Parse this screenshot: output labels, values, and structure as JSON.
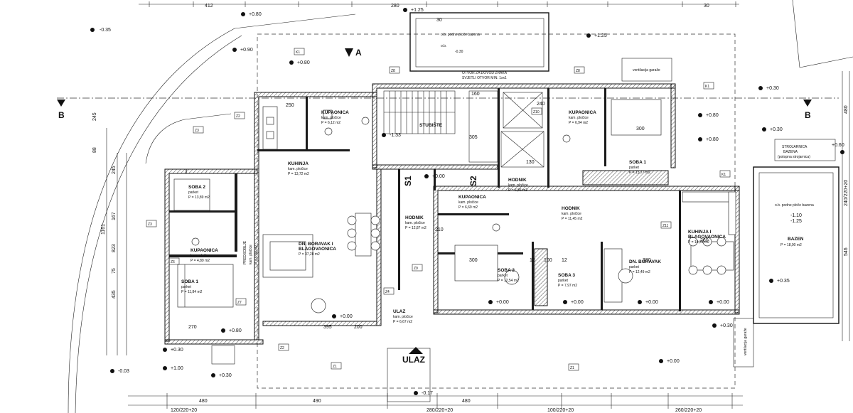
{
  "title": "",
  "top_dimensions": [
    "412",
    "280",
    "30"
  ],
  "bottom_dimensions": [
    "480",
    "490",
    "480",
    "280/220+20",
    "120/220+20",
    "100/220+20",
    "260/220+20"
  ],
  "left_dimensions": [
    "1161",
    "823",
    "435",
    "75",
    "167",
    "245",
    "88",
    "245"
  ],
  "right_dimensions": [
    "546",
    "240/220+20",
    "480"
  ],
  "elevations": [
    "-0.35",
    "+0.80",
    "+0.90",
    "+1.25",
    "+1.25",
    "+0.80",
    "+0.30",
    "+0.80",
    "+0.60",
    "+0.80",
    "+0.30",
    "+0.00",
    "+0.00",
    "+0.00",
    "+0.00",
    "+0.00",
    "+0.00",
    "+0.30",
    "+0.35",
    "+1.00",
    "-0.03",
    "+0.30",
    "-0.17",
    "+0.80",
    "+0.30",
    "-1.33",
    "+0.00"
  ],
  "section_marks": [
    "A",
    "B",
    "B"
  ],
  "pool": {
    "top_label_1": "o.b. podne ploče bazena",
    "top_label_2": "o.b.",
    "top_value": "-0.30",
    "opening_label": "OTVOR ZA DOVOD ZRAKA",
    "opening_label_2": "SVJETLI OTVOR MIN. 1xx1",
    "side_label_1": "o.b. podne ploče bazena",
    "side_value": "-1.10",
    "side_value_2": "-1.25",
    "name": "BAZEN",
    "area": "P = 18,00 m2",
    "tech": "STROJARNICA",
    "tech2": "BAZENA",
    "tech3": "(potopna strojarnica)"
  },
  "labels": {
    "entrance": "ULAZ",
    "stairs": "STUBIŠTE",
    "s1": "S1",
    "s2": "S2",
    "ventilation": "ventilacija garaže",
    "ventilation2": "ventilacija garaže"
  },
  "rooms": [
    {
      "name": "SOBA 2",
      "floor": "parket",
      "area": "P = 13,89 m2"
    },
    {
      "name": "KUHINJA",
      "floor": "kam. pločice",
      "area": "P = 13,72 m2"
    },
    {
      "name": "KUPAONICA",
      "floor": "kam. pločice",
      "area": "P = 6,12 m2"
    },
    {
      "name": "DN. BORAVAK I",
      "floor": "BLAGOVAONICA",
      "area": "P = 37,28 m2"
    },
    {
      "name": "PREDSOBLJE",
      "floor": "kam. pločice",
      "area": "P = 5,94 m2"
    },
    {
      "name": "KUPAONICA",
      "floor": "kam. pločice",
      "area": "P = 4,89 m2"
    },
    {
      "name": "SOBA 1",
      "floor": "parket",
      "area": "P = 11,84 m2"
    },
    {
      "name": "HODNIK",
      "floor": "kam. pločice",
      "area": "P = 12,87 m2"
    },
    {
      "name": "ULAZ",
      "floor": "kam. pločice",
      "area": "P = 6,67 m2"
    },
    {
      "name": "HODNIK",
      "floor": "kam. pločice",
      "area": "P = 6,86 m2"
    },
    {
      "name": "KUPAONICA",
      "floor": "kam. pločice",
      "area": "P = 6,69 m2"
    },
    {
      "name": "HODNIK",
      "floor": "kam. pločice",
      "area": "P = 11,45 m2"
    },
    {
      "name": "SOBA 2",
      "floor": "parket",
      "area": "P = 12,54 m2"
    },
    {
      "name": "SOBA 3",
      "floor": "parket",
      "area": "P = 7,97 m2"
    },
    {
      "name": "DN. BORAVAK",
      "floor": "parket",
      "area": "P = 12,49 m2"
    },
    {
      "name": "KUHINJA I",
      "floor": "BLAGOVAONICA",
      "area": "P = 14,73 m2"
    },
    {
      "name": "KUPAONICA",
      "floor": "kam. pločice",
      "area": "P = 6,94 m2"
    },
    {
      "name": "SOBA 1",
      "floor": "parket",
      "area": "P = 13,77 m2"
    }
  ],
  "wall_tags": [
    "K1",
    "Z2",
    "Z3",
    "Z8",
    "Z9",
    "Z4",
    "Z7",
    "Z6",
    "Z10",
    "K1",
    "K1",
    "Z2",
    "Z8",
    "Z3",
    "Z1",
    "Z1",
    "Z11"
  ],
  "misc_numbers": [
    "300",
    "300",
    "250",
    "270",
    "395",
    "240",
    "260",
    "380",
    "100",
    "12",
    "12",
    "305",
    "210",
    "200",
    "130",
    "160",
    "30"
  ]
}
